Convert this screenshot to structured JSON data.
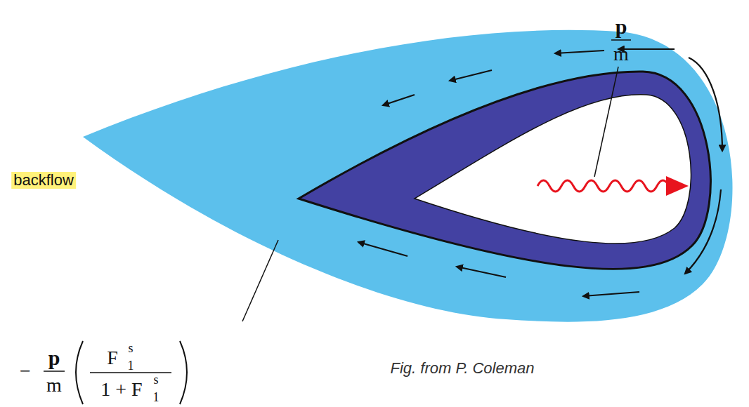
{
  "diagram": {
    "caption": "Fig. from P. Coleman",
    "labels": [
      "p",
      "m",
      "backflow",
      "−",
      "p",
      "m",
      "F",
      "s",
      "1",
      "1 + F",
      "s",
      "1"
    ]
  }
}
